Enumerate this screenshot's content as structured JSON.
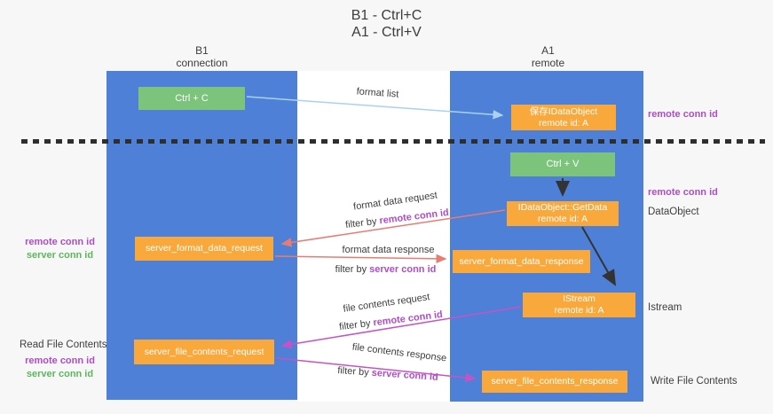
{
  "title": {
    "line1": "B1 - Ctrl+C",
    "line2": "A1 - Ctrl+V"
  },
  "lanes": {
    "left": {
      "name": "B1",
      "role": "connection"
    },
    "right": {
      "name": "A1",
      "role": "remote"
    }
  },
  "nodes": {
    "ctrl_c": {
      "label": "Ctrl + C"
    },
    "ctrl_v": {
      "label": "Ctrl + V"
    },
    "save_obj": {
      "line1": "保存IDataObject",
      "line2": "remote id: A"
    },
    "get_data": {
      "line1": "IDataObject::GetData",
      "line2": "remote id: A"
    },
    "istream": {
      "line1": "IStream",
      "line2": "remote id: A"
    },
    "format_request": {
      "label": "server_format_data_request"
    },
    "format_response": {
      "label": "server_format_data_response"
    },
    "file_request": {
      "label": "server_file_contents_request"
    },
    "file_response": {
      "label": "server_file_contents_response"
    }
  },
  "flow_labels": {
    "format_list": "format list",
    "format_request": "format data request",
    "format_request_filter_prefix": "filter by ",
    "format_request_filter_key": "remote conn id",
    "format_response": "format data response",
    "format_response_filter_prefix": "filter by ",
    "format_response_filter_key": "server conn id",
    "file_request": "file contents request",
    "file_request_filter_prefix": "filter by ",
    "file_request_filter_key": "remote conn id",
    "file_response": "file contents response",
    "file_response_filter_prefix": "filter by ",
    "file_response_filter_key": "server conn id"
  },
  "side_labels": {
    "right_remote_conn_top": "remote conn id",
    "right_remote_conn_mid": "remote conn id",
    "data_object": "DataObject",
    "istream": "Istream",
    "write_file_contents": "Write File Contents",
    "left_remote_conn_top": "remote conn id",
    "left_server_conn_top": "server conn id",
    "read_file_contents": "Read File Contents",
    "left_remote_conn_bottom": "remote conn id",
    "left_server_conn_bottom": "server conn id"
  },
  "colors": {
    "lane_blue": "#4d80d6",
    "node_green": "#7cc47c",
    "node_orange": "#f9a93c",
    "arrow_red": "#e87c72",
    "arrow_magenta": "#c653c6",
    "arrow_light_blue": "#a9d2f0",
    "arrow_black": "#333333",
    "text_purple": "#ab4fc2",
    "text_magenta_key": "#b14ccc",
    "text_green": "#5db75d",
    "text_dark": "#3d3d3d",
    "background": "#f7f7f7",
    "gap_white": "#ffffff"
  }
}
